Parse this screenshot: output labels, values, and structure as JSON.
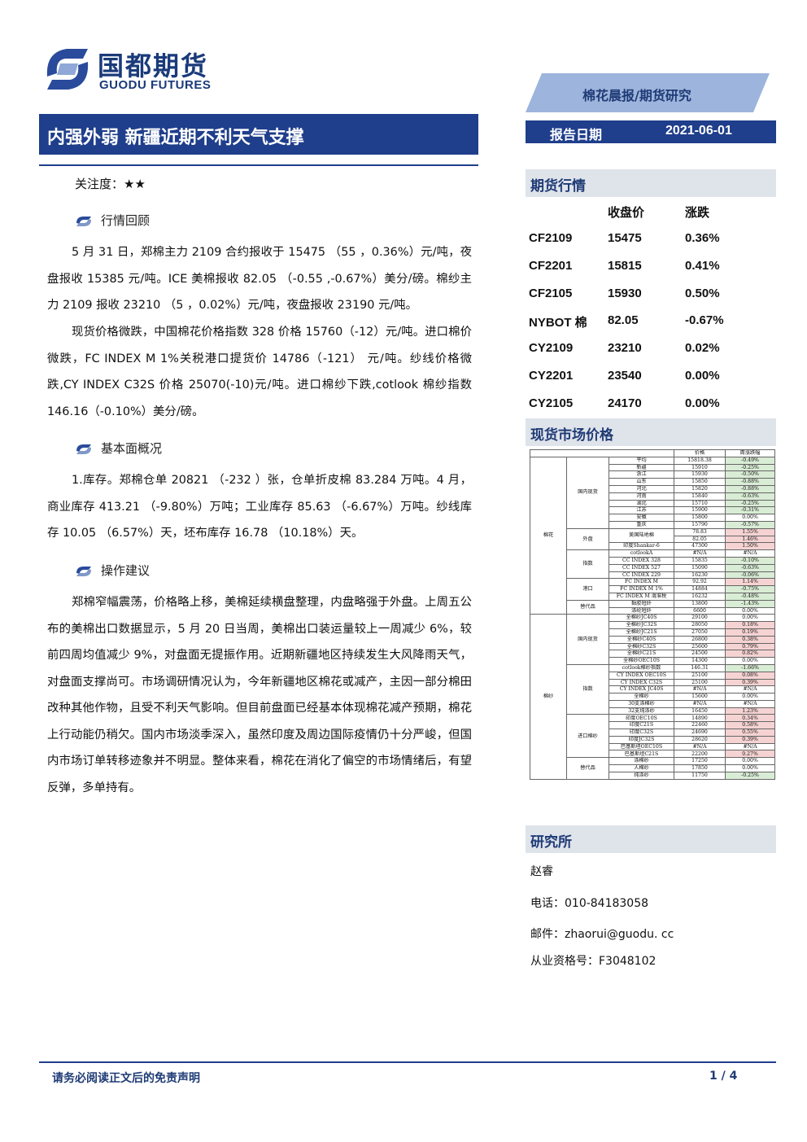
{
  "header": {
    "logo_cn": "国都期货",
    "logo_en": "GUODU FUTURES",
    "banner": "棉花晨报/期货研究",
    "date_label": "报告日期",
    "date_value": "2021-06-01"
  },
  "title": "内强外弱 新疆近期不利天气支撑",
  "rating": "关注度：★★",
  "sections": [
    {
      "heading": "行情回顾",
      "paragraphs": [
        "5 月 31 日，郑棉主力 2109 合约报收于 15475 （55 ，0.36%）元/吨，夜盘报收 15385 元/吨。ICE 美棉报收 82.05 （-0.55 ,-0.67%）美分/磅。棉纱主力 2109 报收 23210 （5 ，0.02%）元/吨，夜盘报收 23190 元/吨。",
        "现货价格微跌，中国棉花价格指数 328 价格 15760（-12）元/吨。进口棉价微跌，FC INDEX M 1%关税港口提货价 14786（-121） 元/吨。纱线价格微跌,CY INDEX C32S 价格 25070(-10)元/吨。进口棉纱下跌,cotlook 棉纱指数 146.16（-0.10%）美分/磅。"
      ]
    },
    {
      "heading": "基本面概况",
      "paragraphs": [
        "1.库存。郑棉仓单 20821 （-232 ）张，仓单折皮棉 83.284 万吨。4 月，商业库存 413.21 （-9.80%）万吨；工业库存 85.63 （-6.67%）万吨。纱线库存 10.05 （6.57%）天，坯布库存 16.78 （10.18%）天。"
      ]
    },
    {
      "heading": "操作建议",
      "paragraphs": [
        "郑棉窄幅震荡，价格略上移，美棉延续横盘整理，内盘略强于外盘。上周五公布的美棉出口数据显示，5 月 20 日当周，美棉出口装运量较上一周减少 6%，较前四周均值减少 9%，对盘面无提振作用。近期新疆地区持续发生大风降雨天气，对盘面支撑尚可。市场调研情况认为，今年新疆地区棉花或减产，主因一部分棉田改种其他作物，且受不利天气影响。但目前盘面已经基本体现棉花减产预期，棉花上行动能仍稍欠。国内市场淡季深入，虽然印度及周边国际疫情仍十分严峻，但国内市场订单转移迹象并不明显。整体来看，棉花在消化了偏空的市场情绪后，有望反弹，多单持有。"
      ]
    }
  ],
  "futures": {
    "heading": "期货行情",
    "col_close": "收盘价",
    "col_change": "涨跌",
    "rows": [
      {
        "name": "CF2109",
        "close": "15475",
        "change": "0.36%"
      },
      {
        "name": "CF2201",
        "close": "15815",
        "change": "0.41%"
      },
      {
        "name": "CF2105",
        "close": "15930",
        "change": "0.50%"
      },
      {
        "name": "NYBOT 棉",
        "close": "82.05",
        "change": "-0.67%"
      },
      {
        "name": "CY2109",
        "close": "23210",
        "change": "0.02%"
      },
      {
        "name": "CY2201",
        "close": "23540",
        "change": "0.00%"
      },
      {
        "name": "CY2105",
        "close": "24170",
        "change": "0.00%"
      }
    ]
  },
  "spot": {
    "heading": "现货市场价格",
    "col_price": "价格",
    "col_change": "周涨跌幅",
    "cotton_label": "棉花",
    "yarn_label": "棉纱",
    "cotton_groups": [
      {
        "label": "国内现货",
        "rows": [
          {
            "item": "平均",
            "price": "15818.38",
            "change": "-0.49%",
            "dir": "neg"
          },
          {
            "item": "新疆",
            "price": "15910",
            "change": "-0.25%",
            "dir": "neg"
          },
          {
            "item": "浙江",
            "price": "15930",
            "change": "-0.50%",
            "dir": "neg"
          },
          {
            "item": "山东",
            "price": "15850",
            "change": "-0.88%",
            "dir": "neg"
          },
          {
            "item": "河北",
            "price": "15820",
            "change": "-0.88%",
            "dir": "neg"
          },
          {
            "item": "河南",
            "price": "15840",
            "change": "-0.63%",
            "dir": "neg"
          },
          {
            "item": "湖北",
            "price": "15710",
            "change": "-0.25%",
            "dir": "neg"
          },
          {
            "item": "江苏",
            "price": "15900",
            "change": "-0.31%",
            "dir": "neg"
          },
          {
            "item": "安徽",
            "price": "15800",
            "change": "0.00%",
            "dir": ""
          },
          {
            "item": "重庆",
            "price": "15790",
            "change": "-0.57%",
            "dir": "neg"
          }
        ]
      },
      {
        "label": "外盘",
        "rows": [
          {
            "item": "美国陆地棉",
            "price": "78.83",
            "change": "1.55%",
            "dir": "pos",
            "merge": 2
          },
          {
            "item": "",
            "price": "82.05",
            "change": "1.46%",
            "dir": "pos"
          },
          {
            "item": "印度Shankar-6",
            "price": "47300",
            "change": "1.50%",
            "dir": "pos"
          }
        ]
      },
      {
        "label": "指数",
        "rows": [
          {
            "item": "cotlookA",
            "price": "#N/A",
            "change": "#N/A",
            "dir": ""
          },
          {
            "item": "CC INDEX 328",
            "price": "15835",
            "change": "-0.10%",
            "dir": "neg"
          },
          {
            "item": "CC INDEX 527",
            "price": "15090",
            "change": "-0.63%",
            "dir": "neg"
          },
          {
            "item": "CC INDEX 229",
            "price": "16230",
            "change": "-0.06%",
            "dir": "neg"
          }
        ]
      },
      {
        "label": "港口",
        "rows": [
          {
            "item": "FC INDEX M",
            "price": "92.92",
            "change": "1.14%",
            "dir": "pos"
          },
          {
            "item": "FC INDEX M 1%",
            "price": "14884",
            "change": "-0.75%",
            "dir": "neg"
          },
          {
            "item": "FC INDEX M 滑准税",
            "price": "16232",
            "change": "-0.48%",
            "dir": "neg"
          }
        ]
      },
      {
        "label": "替代品",
        "rows": [
          {
            "item": "黏胶短纤",
            "price": "13800",
            "change": "-1.43%",
            "dir": "neg"
          },
          {
            "item": "涤纶短纤",
            "price": "6600",
            "change": "0.00%",
            "dir": ""
          }
        ]
      }
    ],
    "yarn_groups": [
      {
        "label": "国内现货",
        "rows": [
          {
            "item": "全棉纱JC40S",
            "price": "29100",
            "change": "0.00%",
            "dir": ""
          },
          {
            "item": "全棉纱JC32S",
            "price": "28050",
            "change": "0.18%",
            "dir": "pos"
          },
          {
            "item": "全棉纱JC21S",
            "price": "27050",
            "change": "0.19%",
            "dir": "pos"
          },
          {
            "item": "全棉纱C40S",
            "price": "26800",
            "change": "0.38%",
            "dir": "pos"
          },
          {
            "item": "全棉纱C32S",
            "price": "25600",
            "change": "0.79%",
            "dir": "pos"
          },
          {
            "item": "全棉纱C21S",
            "price": "24500",
            "change": "0.82%",
            "dir": "pos"
          },
          {
            "item": "全棉纱OEC10S",
            "price": "14300",
            "change": "0.00%",
            "dir": ""
          }
        ]
      },
      {
        "label": "指数",
        "rows": [
          {
            "item": "cotlook棉纱指数",
            "price": "146.31",
            "change": "-1.66%",
            "dir": "neg"
          },
          {
            "item": "CY INDEX OEC10S",
            "price": "25100",
            "change": "0.08%",
            "dir": "pos"
          },
          {
            "item": "CY INDEX C32S",
            "price": "25100",
            "change": "0.39%",
            "dir": "pos"
          },
          {
            "item": "CY INDEX JC40S",
            "price": "#N/A",
            "change": "#N/A",
            "dir": ""
          },
          {
            "item": "全棉纱",
            "price": "15600",
            "change": "0.00%",
            "dir": ""
          },
          {
            "item": "30支涤棉纱",
            "price": "#N/A",
            "change": "#N/A",
            "dir": ""
          },
          {
            "item": "32支纯涤纱",
            "price": "16450",
            "change": "1.23%",
            "dir": "pos"
          }
        ]
      },
      {
        "label": "进口棉纱",
        "rows": [
          {
            "item": "印度OEC10S",
            "price": "14890",
            "change": "0.34%",
            "dir": "pos"
          },
          {
            "item": "印度C21S",
            "price": "22460",
            "change": "0.58%",
            "dir": "pos"
          },
          {
            "item": "印度C32S",
            "price": "24690",
            "change": "0.55%",
            "dir": "pos"
          },
          {
            "item": "印度JC32S",
            "price": "28620",
            "change": "0.39%",
            "dir": "pos"
          },
          {
            "item": "巴基斯坦OEC10S",
            "price": "#N/A",
            "change": "#N/A",
            "dir": ""
          },
          {
            "item": "巴基斯坦C21S",
            "price": "22200",
            "change": "0.27%",
            "dir": "pos"
          }
        ]
      },
      {
        "label": "替代品",
        "rows": [
          {
            "item": "涤棉纱",
            "price": "17250",
            "change": "0.00%",
            "dir": ""
          },
          {
            "item": "人棉纱",
            "price": "17850",
            "change": "0.00%",
            "dir": ""
          },
          {
            "item": "纯涤纱",
            "price": "11750",
            "change": "-0.25%",
            "dir": "neg"
          }
        ]
      }
    ]
  },
  "research": {
    "heading": "研究所",
    "name": "赵睿",
    "phone": "电话：010-84183058",
    "email": "邮件：zhaorui@guodu. cc",
    "license": "从业资格号：F3048102"
  },
  "footer": {
    "disclaimer": "请务必阅读正文后的免责声明",
    "page": "1 / 4"
  }
}
